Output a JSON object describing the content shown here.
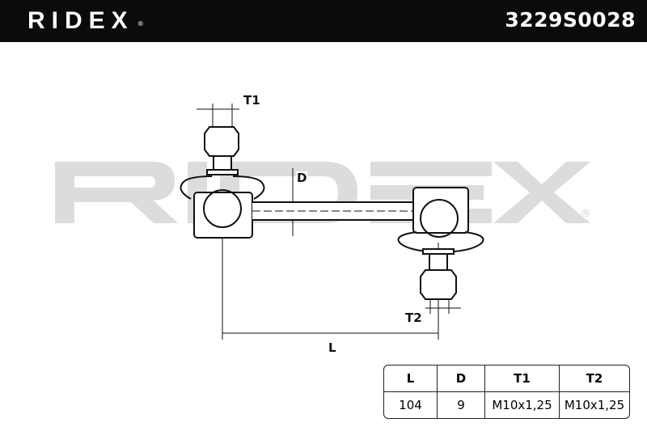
{
  "header": {
    "brand": "RIDEX",
    "registered": "®",
    "part_number": "3229S0028"
  },
  "watermark": {
    "text": "RIDEX",
    "registered": "®"
  },
  "diagram": {
    "labels": {
      "t1": "T1",
      "t2": "T2",
      "d": "D",
      "l": "L"
    }
  },
  "spec_table": {
    "headers": [
      "L",
      "D",
      "T1",
      "T2"
    ],
    "values": [
      "104",
      "9",
      "M10x1,25",
      "M10x1,25"
    ]
  }
}
